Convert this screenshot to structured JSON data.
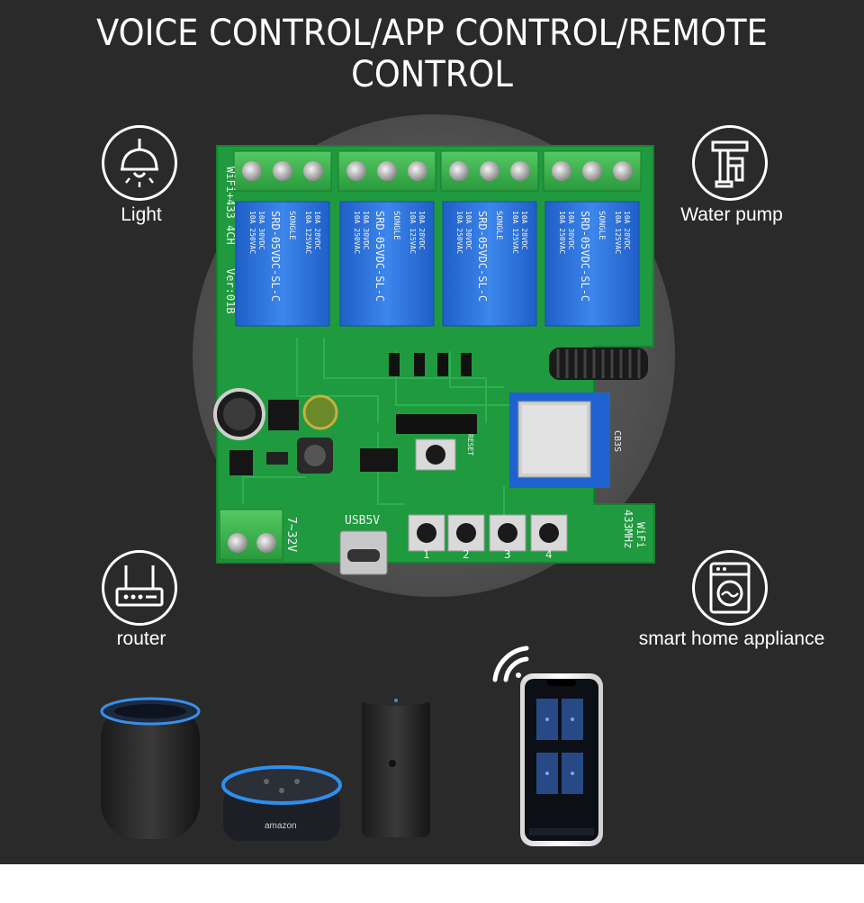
{
  "headline": "VOICE CONTROL/APP CONTROL/REMOTE CONTROL",
  "features": [
    {
      "label": "Light",
      "icon": "pendant-lamp-icon"
    },
    {
      "label": "Water pump",
      "icon": "water-pump-icon"
    },
    {
      "label": "router",
      "icon": "router-icon"
    },
    {
      "label": "smart home appliance",
      "icon": "washing-machine-icon"
    }
  ],
  "board": {
    "side_label": "WiFi+433 4CH",
    "version": "Ver:01B",
    "power_label": "7~32V",
    "usb_label": "USB5V",
    "module_label": "CB3S",
    "radio_label_1": "WiFi",
    "radio_label_2": "433MHz",
    "reset_label": "RESET",
    "relay_brand": "SONGLE",
    "relay_model": "SRD-05VDC-SL-C",
    "relay_rating_1": "10A 250VAC",
    "relay_rating_2": "10A 30VDC",
    "relay_rating_3": "10A 125VAC",
    "relay_rating_4": "10A 28VDC",
    "buttons": [
      "1",
      "2",
      "3",
      "4"
    ],
    "speaker_brand": "amazon"
  },
  "colors": {
    "background": "#2a2a2a",
    "pcb": "#1f9a3f",
    "relay": "#2a6fd6",
    "terminal": "#35b34a",
    "module": "#1e62d0"
  }
}
